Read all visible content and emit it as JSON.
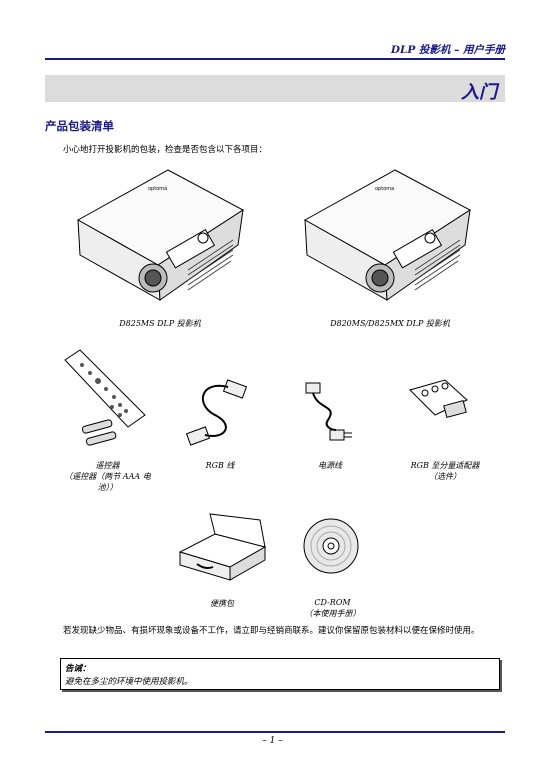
{
  "header": {
    "title": "DLP 投影机 – 用户手册"
  },
  "chapter": {
    "title": "入门"
  },
  "section": {
    "title": "产品包装清单"
  },
  "intro": "小心地打开投影机的包装，检查是否包含以下各项目：",
  "items": {
    "projector_a": "D825MS DLP 投影机",
    "projector_b": "D820MS/D825MX DLP 投影机",
    "remote_line1": "遥控器",
    "remote_line2": "（遥控器（两节 AAA 电",
    "remote_line3": "池））",
    "rgb_cable": "RGB 线",
    "power_cord": "电源线",
    "adapter_line1": "RGB 至分量适配器",
    "adapter_line2": "（选件）",
    "carry_case": "便携包",
    "cdrom_line1": "CD-ROM",
    "cdrom_line2": "（本使用手册）"
  },
  "notice": "若发现缺少物品、有损坏现象或设备不工作，请立即与经销商联系。建议你保留原包装材料以便在保修时使用。",
  "warning": {
    "title": "告诫：",
    "text": "避免在多尘的环境中使用投影机。"
  },
  "footer": {
    "page": "– 1 –"
  }
}
